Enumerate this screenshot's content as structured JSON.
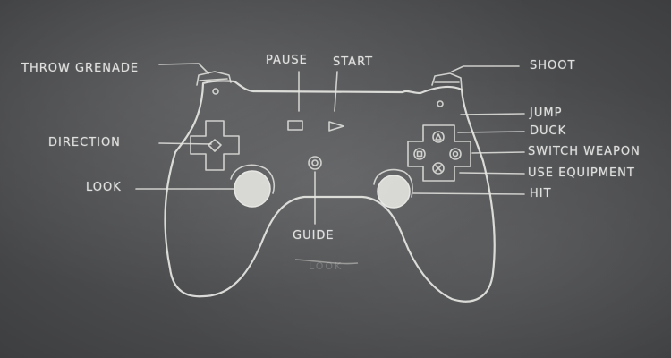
{
  "scene": {
    "background": "#4c4d4f",
    "chalk_color": "#ececea"
  },
  "labels": {
    "throw_grenade": "THROW GRENADE",
    "pause": "PAUSE",
    "start": "START",
    "shoot": "SHOOT",
    "jump": "JUMP",
    "duck": "DUCK",
    "switch_weapon": "SWITCH WEAPON",
    "use_equipment": "USE EQUIPMENT",
    "direction": "DIRECTION",
    "look": "LOOK",
    "hit": "HIT",
    "guide": "GUIDE",
    "smudge": "LOOK"
  }
}
